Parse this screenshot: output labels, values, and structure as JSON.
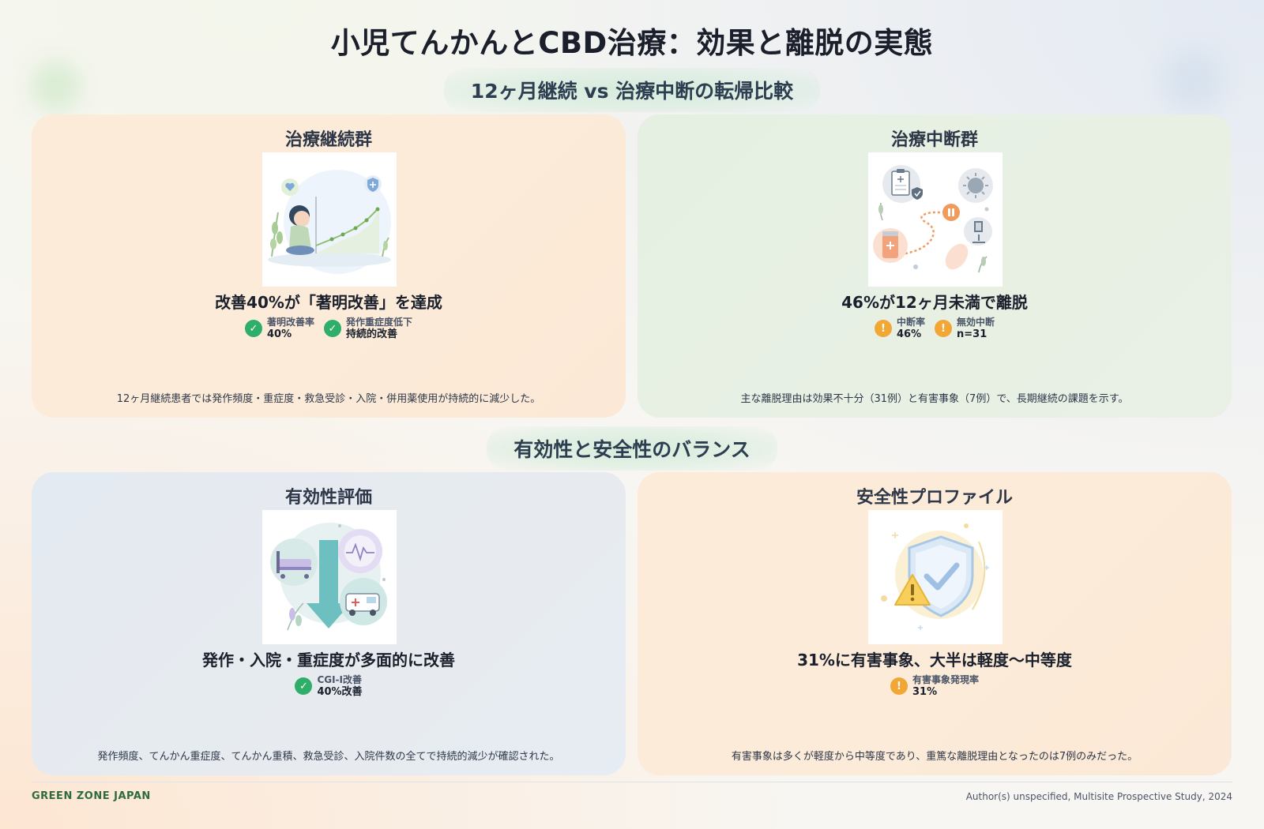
{
  "title": "小児てんかんとCBD治療：効果と離脱の実態",
  "sections": [
    {
      "title": "12ヶ月継続 vs 治療中断の転帰比較"
    },
    {
      "title": "有効性と安全性のバランス"
    }
  ],
  "cards": [
    {
      "title": "治療継続群",
      "headline": "改善40%が「著明改善」を達成",
      "badges": [
        {
          "label": "著明改善率",
          "value": "40%",
          "icon": "check-icon"
        },
        {
          "label": "発作重症度低下",
          "value": "持続的改善",
          "icon": "check-icon"
        }
      ],
      "description": "12ヶ月継続患者では発作頻度・重症度・救急受診・入院・併用薬使用が持続的に減少した。"
    },
    {
      "title": "治療中断群",
      "headline": "46%が12ヶ月未満で離脱",
      "badges": [
        {
          "label": "中断率",
          "value": "46%",
          "icon": "warning-icon"
        },
        {
          "label": "無効中断",
          "value": "n=31",
          "icon": "warning-icon"
        }
      ],
      "description": "主な離脱理由は効果不十分（31例）と有害事象（7例）で、長期継続の課題を示す。"
    },
    {
      "title": "有効性評価",
      "headline": "発作・入院・重症度が多面的に改善",
      "badges": [
        {
          "label": "CGI-I改善",
          "value": "40%改善",
          "icon": "check-icon"
        }
      ],
      "description": "発作頻度、てんかん重症度、てんかん重積、救急受診、入院件数の全てで持続的減少が確認された。"
    },
    {
      "title": "安全性プロファイル",
      "headline": "31%に有害事象、大半は軽度〜中等度",
      "badges": [
        {
          "label": "有害事象発現率",
          "value": "31%",
          "icon": "warning-icon"
        }
      ],
      "description": "有害事象は多くが軽度から中等度であり、重篤な離脱理由となったのは7例のみだった。"
    }
  ],
  "footer": {
    "brand": "GREEN ZONE JAPAN",
    "citation": "Author(s) unspecified, Multisite Prospective Study, 2024"
  },
  "colors": {
    "check": "#2fae6a",
    "warning": "#f2a634",
    "brand": "#2f6b3c"
  }
}
